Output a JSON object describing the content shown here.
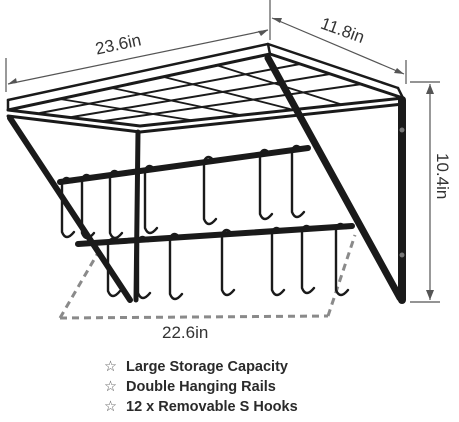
{
  "dimensions": {
    "width": "23.6in",
    "depth": "11.8in",
    "height": "10.4in",
    "rail_length": "22.6in"
  },
  "features": [
    {
      "icon": "star-outline-icon",
      "label": "Large Storage Capacity"
    },
    {
      "icon": "star-outline-icon",
      "label": "Double Hanging Rails"
    },
    {
      "icon": "star-outline-icon",
      "label": "12 x Removable S Hooks"
    }
  ],
  "colors": {
    "rack": "#1a1a1a",
    "dimension_lines": "#555555",
    "dashed_shadow": "#8a8a8a"
  }
}
